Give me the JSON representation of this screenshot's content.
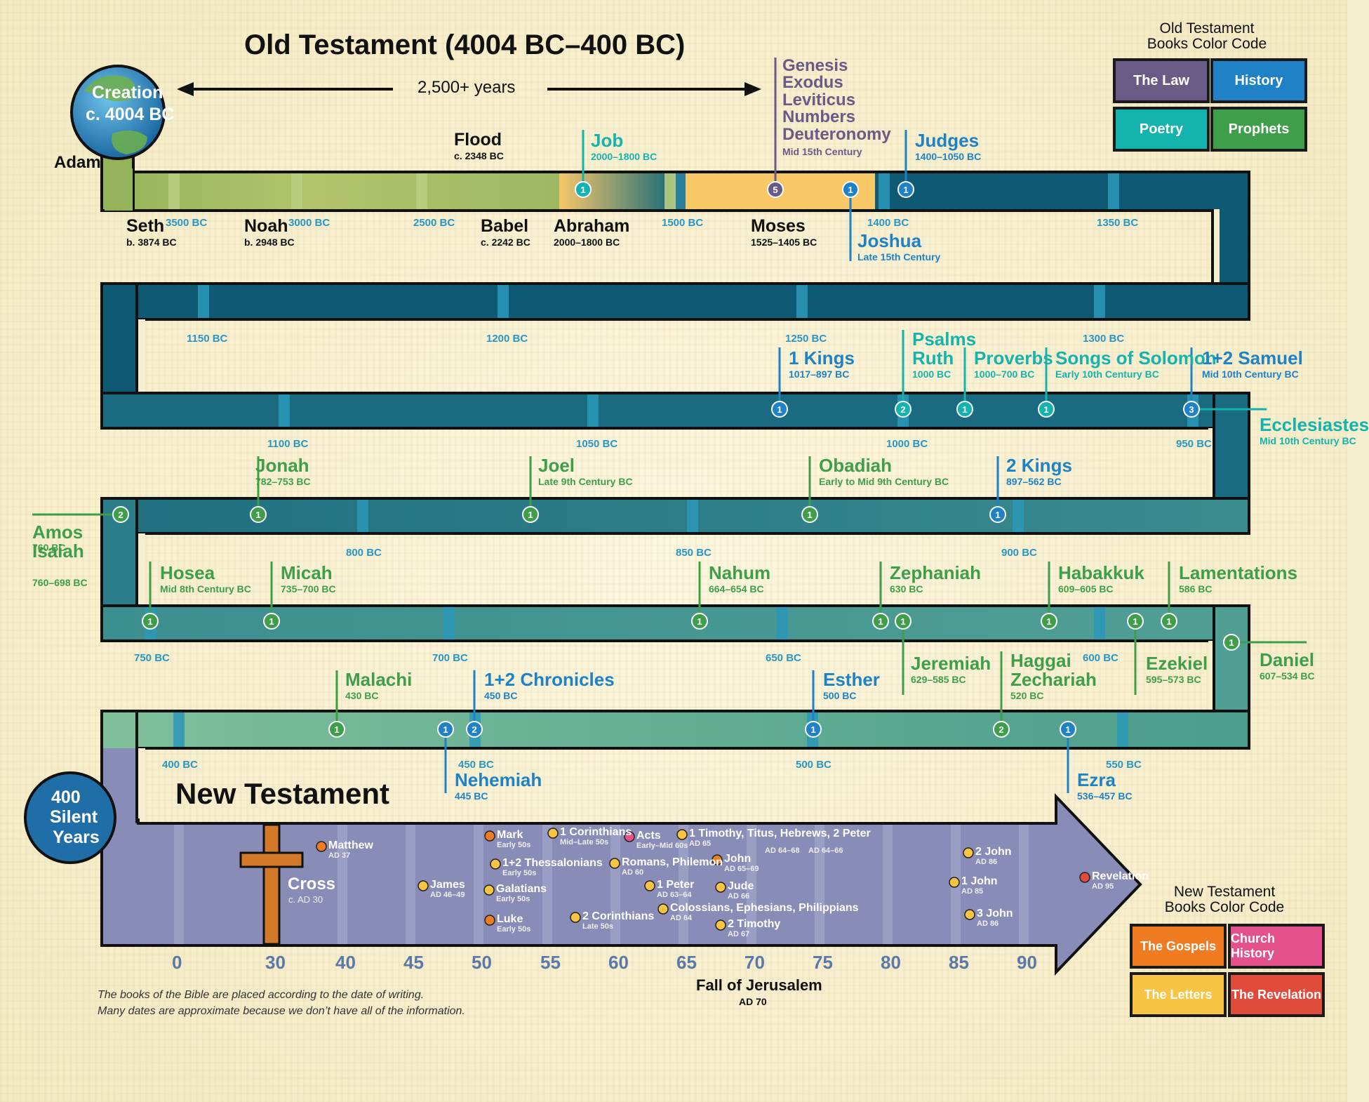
{
  "header": {
    "title": "Old Testament (4004 BC–400 BC)",
    "span_label": "2,500+ years",
    "nt_title": "New Testament",
    "creation_l1": "Creation",
    "creation_l2": "c. 4004 BC",
    "adam": "Adam",
    "silent_l1": "400",
    "silent_l2": "Silent",
    "silent_l3": "Years"
  },
  "colors": {
    "law": "#6a5a86",
    "history": "#1f82c6",
    "poetry": "#15b3ad",
    "prophets": "#3e9e4a",
    "gospels": "#ef7b22",
    "church_history": "#e5518b",
    "letters": "#f7c443",
    "revelation": "#e14b3b",
    "track_dark": "#0e5a74",
    "nt_band": "#8a8cb8"
  },
  "legend_ot": {
    "title_l1": "Old Testament",
    "title_l2": "Books Color Code",
    "law": "The Law",
    "history": "History",
    "poetry": "Poetry",
    "prophets": "Prophets"
  },
  "legend_nt": {
    "title_l1": "New Testament",
    "title_l2": "Books Color Code",
    "gospels": "The Gospels",
    "church_history": "Church History",
    "letters": "The Letters",
    "revelation": "The Revelation"
  },
  "ticks": [
    {
      "label": "3500 BC"
    },
    {
      "label": "3000 BC"
    },
    {
      "label": "2500 BC"
    },
    {
      "label": "1500 BC"
    },
    {
      "label": "1400 BC"
    },
    {
      "label": "1350 BC"
    },
    {
      "label": "1150 BC"
    },
    {
      "label": "1200 BC"
    },
    {
      "label": "1250 BC"
    },
    {
      "label": "1300 BC"
    },
    {
      "label": "1100 BC"
    },
    {
      "label": "1050 BC"
    },
    {
      "label": "1000 BC"
    },
    {
      "label": "950 BC"
    },
    {
      "label": "800 BC"
    },
    {
      "label": "850 BC"
    },
    {
      "label": "900 BC"
    },
    {
      "label": "750 BC"
    },
    {
      "label": "700 BC"
    },
    {
      "label": "650 BC"
    },
    {
      "label": "600 BC"
    },
    {
      "label": "400 BC"
    },
    {
      "label": "450 BC"
    },
    {
      "label": "500 BC"
    },
    {
      "label": "550 BC"
    }
  ],
  "people": [
    {
      "name": "Seth",
      "sub": "b. 3874 BC"
    },
    {
      "name": "Noah",
      "sub": "b. 2948 BC"
    },
    {
      "name": "Flood",
      "sub": "c. 2348 BC"
    },
    {
      "name": "Babel",
      "sub": "c. 2242 BC"
    },
    {
      "name": "Abraham",
      "sub": "2000–1800 BC"
    },
    {
      "name": "Moses",
      "sub": "1525–1405 BC"
    }
  ],
  "books": [
    {
      "name": "Job",
      "date": "2000–1800 BC",
      "category": "poetry",
      "count": "1"
    },
    {
      "name": "Genesis\nExodus\nLeviticus\nNumbers\nDeuteronomy",
      "date": "Mid 15th Century",
      "category": "law",
      "count": "5"
    },
    {
      "name": "Joshua",
      "date": "Late 15th Century",
      "category": "history",
      "count": "1"
    },
    {
      "name": "Judges",
      "date": "1400–1050 BC",
      "category": "history",
      "count": "1"
    },
    {
      "name": "1 Kings",
      "date": "1017–897 BC",
      "category": "history",
      "count": "1"
    },
    {
      "name": "Psalms\nRuth",
      "date": "1000 BC",
      "category": "poetry",
      "count": "2"
    },
    {
      "name": "Proverbs",
      "date": "1000–700 BC",
      "category": "poetry",
      "count": "1"
    },
    {
      "name": "Songs of Solomon",
      "date": "Early 10th Century BC",
      "category": "poetry",
      "count": "1"
    },
    {
      "name": "1+2 Samuel",
      "date": "Mid 10th Century BC",
      "category": "history",
      "count": "3"
    },
    {
      "name": "Ecclesiastes",
      "date": "Mid 10th Century BC",
      "category": "poetry",
      "count": ""
    },
    {
      "name": "Jonah",
      "date": "782–753 BC",
      "category": "prophets",
      "count": "1"
    },
    {
      "name": "Joel",
      "date": "Late 9th Century BC",
      "category": "prophets",
      "count": "1"
    },
    {
      "name": "Obadiah",
      "date": "Early to Mid 9th Century BC",
      "category": "prophets",
      "count": "1"
    },
    {
      "name": "2 Kings",
      "date": "897–562 BC",
      "category": "history",
      "count": "1"
    },
    {
      "name": "Amos\nIsaiah",
      "date": "760 BC / 760–698 BC",
      "category": "prophets",
      "count": "2"
    },
    {
      "name": "Hosea",
      "date": "Mid 8th Century BC",
      "category": "prophets",
      "count": "1"
    },
    {
      "name": "Micah",
      "date": "735–700 BC",
      "category": "prophets",
      "count": "1"
    },
    {
      "name": "Nahum",
      "date": "664–654 BC",
      "category": "prophets",
      "count": "1"
    },
    {
      "name": "Zephaniah",
      "date": "630 BC",
      "category": "prophets",
      "count": "1"
    },
    {
      "name": "Jeremiah",
      "date": "629–585 BC",
      "category": "prophets",
      "count": "1"
    },
    {
      "name": "Habakkuk",
      "date": "609–605 BC",
      "category": "prophets",
      "count": "1"
    },
    {
      "name": "Lamentations",
      "date": "586 BC",
      "category": "prophets",
      "count": "1"
    },
    {
      "name": "Ezekiel",
      "date": "595–573 BC",
      "category": "prophets",
      "count": "1"
    },
    {
      "name": "Daniel",
      "date": "607–534 BC",
      "category": "prophets",
      "count": "1"
    },
    {
      "name": "Malachi",
      "date": "430 BC",
      "category": "prophets",
      "count": "1"
    },
    {
      "name": "Nehemiah",
      "date": "445 BC",
      "category": "history",
      "count": "1"
    },
    {
      "name": "1+2 Chronicles",
      "date": "450 BC",
      "category": "history",
      "count": "2"
    },
    {
      "name": "Esther",
      "date": "500 BC",
      "category": "history",
      "count": "1"
    },
    {
      "name": "Haggai\nZechariah",
      "date": "520 BC",
      "category": "prophets",
      "count": "2"
    },
    {
      "name": "Ezra",
      "date": "536–457 BC",
      "category": "history",
      "count": "1"
    }
  ],
  "nt_axis": [
    "0",
    "30",
    "40",
    "45",
    "50",
    "55",
    "60",
    "65",
    "70",
    "75",
    "80",
    "85",
    "90"
  ],
  "nt_books": [
    {
      "name": "Matthew",
      "date": "AD 37",
      "category": "gospels"
    },
    {
      "name": "James",
      "date": "AD 46–49",
      "category": "letters"
    },
    {
      "name": "Mark",
      "date": "Early 50s",
      "category": "gospels"
    },
    {
      "name": "1+2 Thessalonians",
      "date": "Early 50s",
      "category": "letters"
    },
    {
      "name": "Galatians",
      "date": "Early 50s",
      "category": "letters"
    },
    {
      "name": "Luke",
      "date": "Early 50s",
      "category": "gospels"
    },
    {
      "name": "1 Corinthians",
      "date": "Mid–Late 50s",
      "category": "letters"
    },
    {
      "name": "2 Corinthians",
      "date": "Late 50s",
      "category": "letters"
    },
    {
      "name": "Acts",
      "date": "Early–Mid 60s",
      "category": "church_history"
    },
    {
      "name": "Romans, Philemon",
      "date": "AD 60",
      "category": "letters"
    },
    {
      "name": "1 Peter",
      "date": "AD 63–64",
      "category": "letters"
    },
    {
      "name": "Colossians, Ephesians, Philippians",
      "date": "AD 64",
      "category": "letters"
    },
    {
      "name": "1 Timothy, Titus, Hebrews, 2 Peter",
      "date": "AD 65",
      "category": "letters"
    },
    {
      "name": "John",
      "date": "AD 65–69",
      "category": "gospels"
    },
    {
      "name": "Jude",
      "date": "AD 66",
      "category": "letters"
    },
    {
      "name": "2 Timothy",
      "date": "AD 67",
      "category": "letters"
    },
    {
      "name": "2 John",
      "date": "AD 86",
      "category": "letters"
    },
    {
      "name": "1 John",
      "date": "AD 85",
      "category": "letters"
    },
    {
      "name": "3 John",
      "date": "AD 86",
      "category": "letters"
    },
    {
      "name": "Revelation",
      "date": "AD 95",
      "category": "revelation"
    }
  ],
  "nt_extra": {
    "cross": "Cross",
    "cross_date": "c. AD 30",
    "fall": "Fall of Jerusalem",
    "fall_date": "AD 70",
    "heb_extra1": "AD 64–68",
    "heb_extra2": "AD 64–66",
    "colossians_label": "Colossians, Ephesians, Philippians"
  },
  "footnote": {
    "line1": "The books of the Bible are placed according to the date of writing.",
    "line2": "Many dates are approximate because we don’t have all of the information."
  }
}
